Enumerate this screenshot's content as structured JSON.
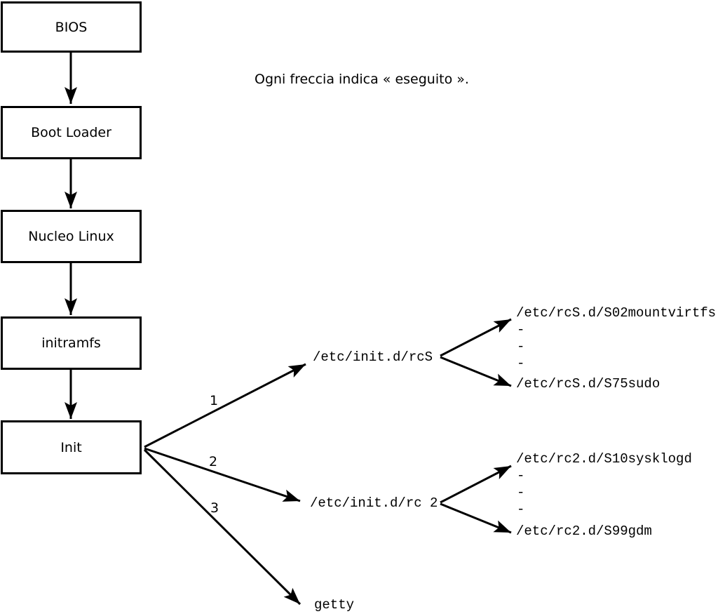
{
  "caption": "Ogni freccia indica « eseguito ».",
  "colors": {
    "line": "#000000",
    "background": "#ffffff",
    "text": "#000000"
  },
  "flow": {
    "boxes": [
      {
        "label": "BIOS"
      },
      {
        "label": "Boot Loader"
      },
      {
        "label": "Nucleo Linux"
      },
      {
        "label": "initramfs"
      },
      {
        "label": "Init"
      }
    ]
  },
  "branches": [
    {
      "number": "1",
      "target": "/etc/init.d/rcS",
      "children": {
        "first": "/etc/rcS.d/S02mountvirtfs",
        "ellipsis": [
          "-",
          "-",
          "-"
        ],
        "last": "/etc/rcS.d/S75sudo"
      }
    },
    {
      "number": "2",
      "target": "/etc/init.d/rc 2",
      "children": {
        "first": "/etc/rc2.d/S10sysklogd",
        "ellipsis": [
          "-",
          "-",
          "-"
        ],
        "last": "/etc/rc2.d/S99gdm"
      }
    },
    {
      "number": "3",
      "target": "getty"
    }
  ]
}
